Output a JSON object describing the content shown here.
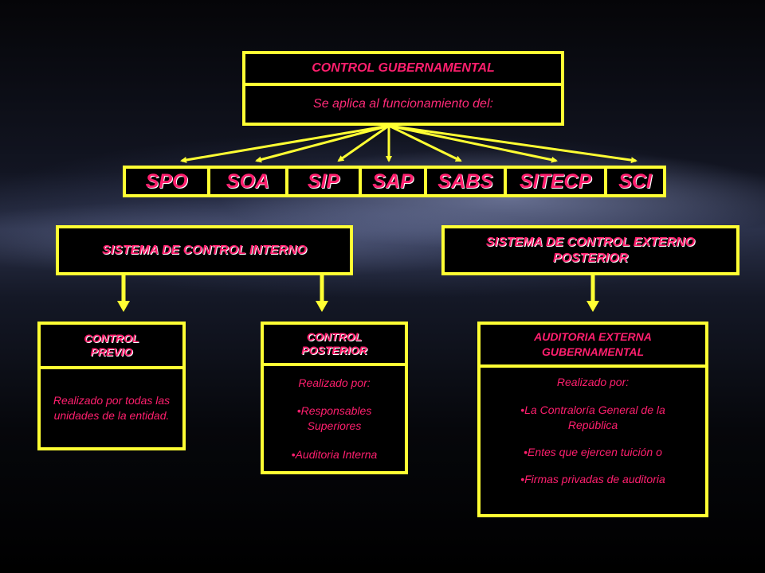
{
  "colors": {
    "border": "#ffff33",
    "text": "#ff1f6e",
    "background": "#000000"
  },
  "top": {
    "title": "CONTROL GUBERNAMENTAL",
    "subtitle": "Se aplica al funcionamiento del:"
  },
  "systems": [
    "SPO",
    "SOA",
    "SIP",
    "SAP",
    "SABS",
    "SITECP",
    "SCI"
  ],
  "internal": {
    "title": "SISTEMA DE CONTROL INTERNO"
  },
  "external": {
    "title": "SISTEMA DE CONTROL EXTERNO POSTERIOR"
  },
  "previo": {
    "title_line1": "CONTROL",
    "title_line2": "PREVIO",
    "body": "Realizado por todas las unidades de la entidad."
  },
  "posterior": {
    "title_line1": "CONTROL",
    "title_line2": "POSTERIOR",
    "intro": "Realizado por:",
    "items": [
      "•Responsables Superiores",
      "•Auditoria Interna"
    ]
  },
  "auditoria": {
    "title_line1": "AUDITORIA EXTERNA",
    "title_line2": "GUBERNAMENTAL",
    "intro": "Realizado por:",
    "items": [
      "•La Contraloría General de la República",
      "•Entes que ejercen tuición o",
      "•Firmas privadas de auditoria"
    ]
  }
}
